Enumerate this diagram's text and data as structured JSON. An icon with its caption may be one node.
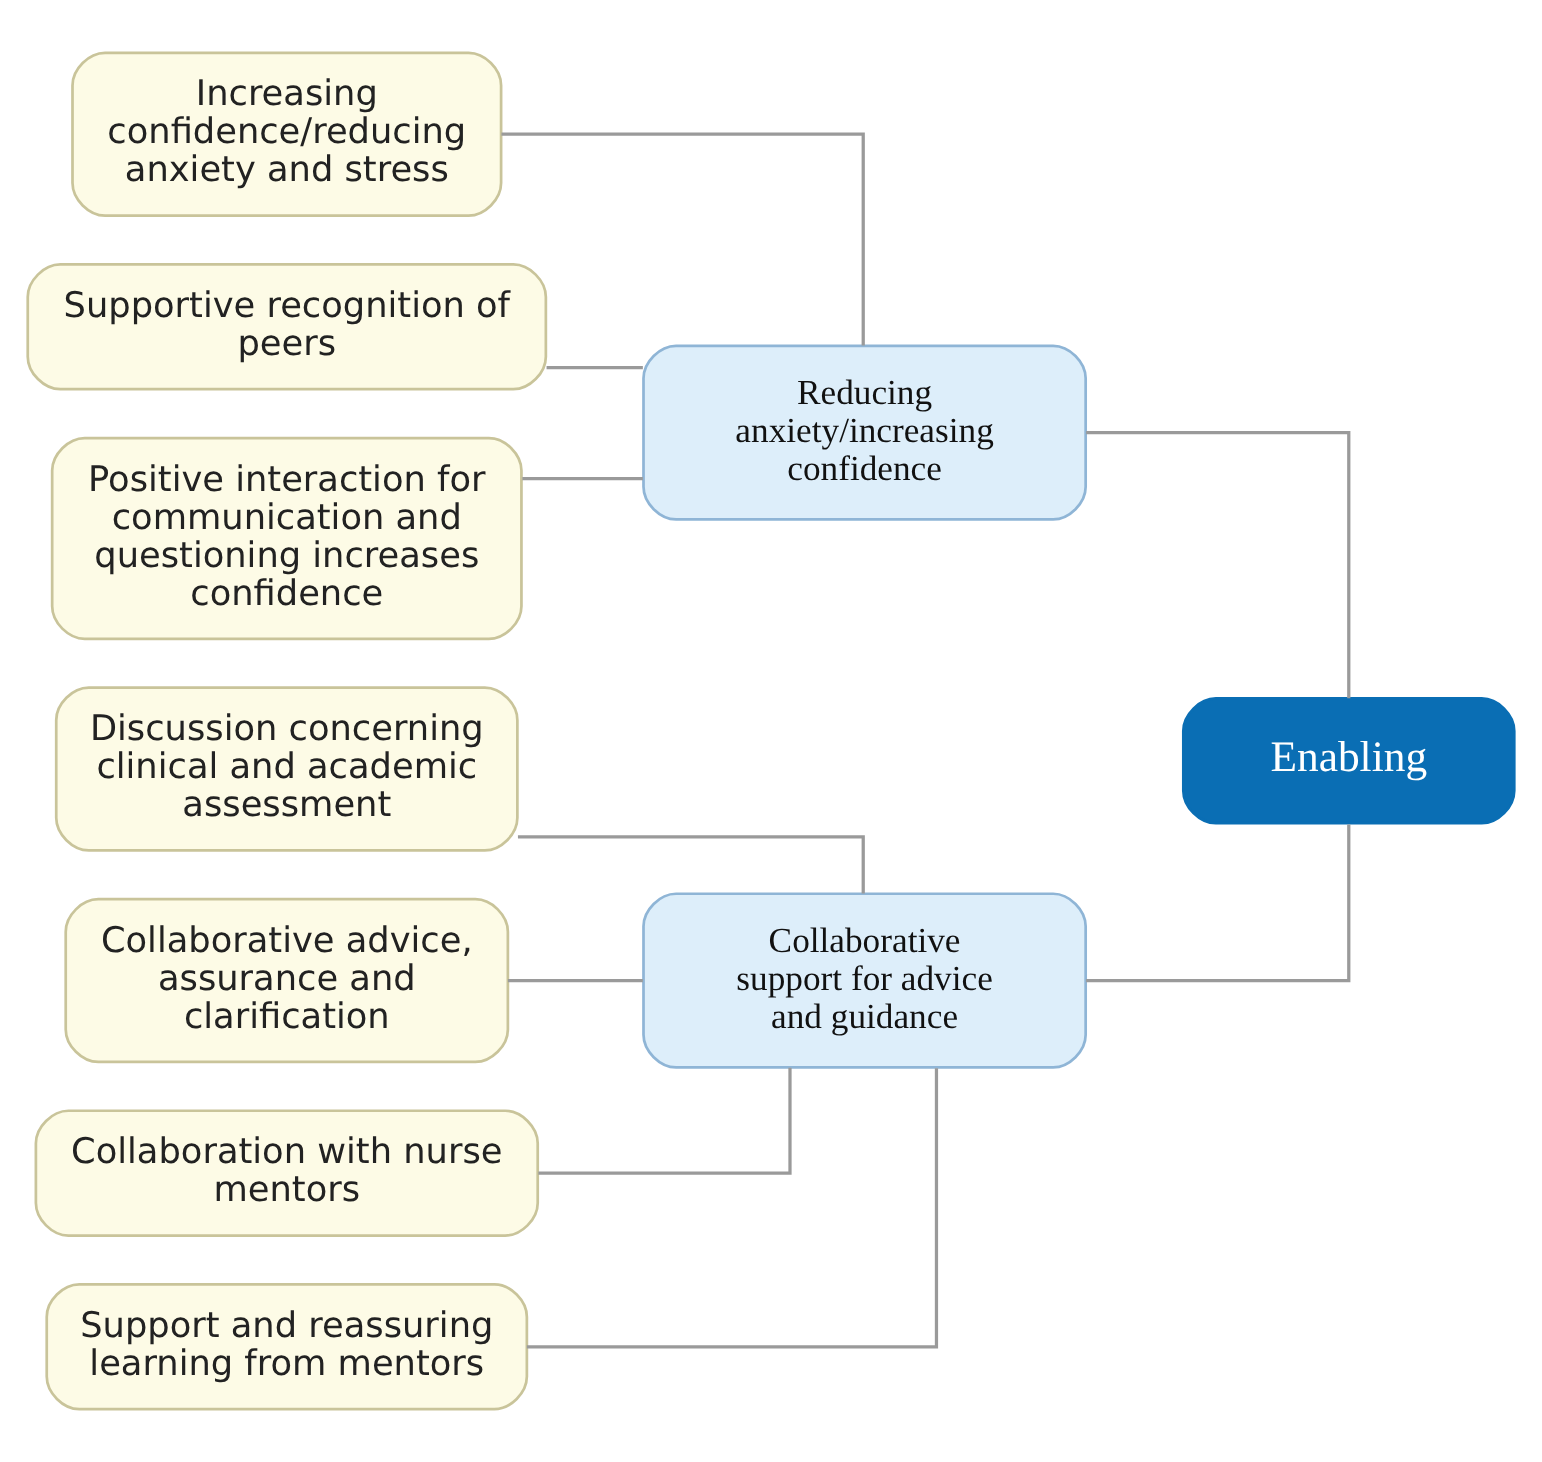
{
  "diagram": {
    "nodes": [
      {
        "text": [
          "Increasing confidence/reducing anxiety and stress"
        ]
      },
      {
        "text": [
          "Supportive recognition of peers"
        ]
      },
      {
        "text": [
          "Positive interaction for communication and questioning increases confidence"
        ]
      },
      {
        "text": [
          "Reducing anxiety/increasing confidence"
        ]
      },
      {
        "text": [
          "Enabling"
        ]
      },
      {
        "text": [
          "Discussion concerning clinical and academic assessment"
        ]
      },
      {
        "text": [
          "Collaborative advice, assurance and clarification"
        ]
      },
      {
        "text": [
          "Collaboration with nurse mentors"
        ]
      },
      {
        "text": [
          "Support and reassuring learning from mentors"
        ]
      },
      {
        "text": [
          "Collaborative support for advice and guidance"
        ]
      }
    ],
    "edges": [
      {
        "from": 4,
        "to": 3,
        "arrow": "none"
      },
      {
        "from": 4,
        "to": 9,
        "arrow": "none"
      },
      {
        "from": 3,
        "to": 0,
        "arrow": "none"
      },
      {
        "from": 3,
        "to": 1,
        "arrow": "none"
      },
      {
        "from": 3,
        "to": 2,
        "arrow": "none"
      },
      {
        "from": 9,
        "to": 5,
        "arrow": "none"
      },
      {
        "from": 9,
        "to": 6,
        "arrow": "none"
      },
      {
        "from": 9,
        "to": 7,
        "arrow": "none"
      },
      {
        "from": 9,
        "to": 8,
        "arrow": "none"
      }
    ]
  }
}
